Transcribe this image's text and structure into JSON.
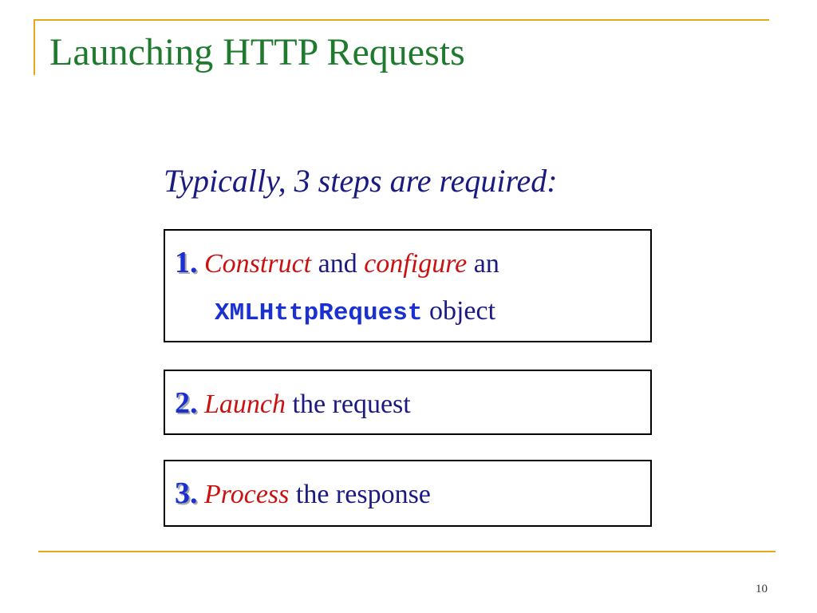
{
  "slide": {
    "title": "Launching HTTP Requests",
    "intro": "Typically, 3 steps are required:",
    "steps": [
      {
        "number": "1.",
        "verb1": "Construct",
        "conj": "and",
        "verb2": "configure",
        "article": "an",
        "code": "XMLHttpRequest",
        "tail": "object"
      },
      {
        "number": "2.",
        "verb": "Launch",
        "rest": "the request"
      },
      {
        "number": "3.",
        "verb": "Process",
        "rest": "the response"
      }
    ],
    "page_number": "10"
  },
  "colors": {
    "title": "#1e7a2d",
    "accent_rule": "#e6a817",
    "body_text": "#1a1a80",
    "step_number": "#1a30d0",
    "verb": "#cc1111"
  }
}
